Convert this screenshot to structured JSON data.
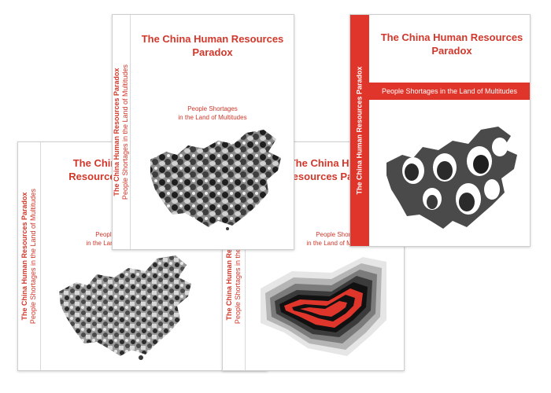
{
  "covers": [
    {
      "id": "cover-1",
      "title": "The China Human Resources Paradox",
      "subtitle_line1": "People Shortages",
      "subtitle_line2": "in the Land of Multitudes",
      "spine_title": "The China Human Resources Paradox",
      "spine_subtitle": "People Shortages in the Land of Multitudes",
      "art": "map-collage-bw"
    },
    {
      "id": "cover-2",
      "title": "The China Human Resources Paradox",
      "subtitle_line1": "People Shortages",
      "subtitle_line2": "in the Land of Multitudes",
      "spine_title": "The China Human Resources Paradox",
      "spine_subtitle": "People Shortages in the Land of Multitudes",
      "art": "map-collage-crowd"
    },
    {
      "id": "cover-3",
      "title": "The China Human Resources Paradox",
      "subtitle_line1": "People Shortages",
      "subtitle_line2": "in the Land of Multitudes",
      "spine_title": "The China Human Resources Paradox",
      "spine_subtitle": "People Shortages in the Land of Multitudes",
      "art": "map-concentric-red-black"
    },
    {
      "id": "cover-4",
      "title": "The China Human Resources Paradox",
      "subtitle_band": "People Shortages in the Land of Multitudes",
      "spine_title": "The China Human Resources Paradox",
      "art": "map-faces-duotone"
    }
  ],
  "colors": {
    "accent_red": "#d1382b",
    "band_red": "#e0352b",
    "map_dark": "#2b2b2b",
    "map_mid": "#777777",
    "map_light": "#bdbdbd"
  }
}
